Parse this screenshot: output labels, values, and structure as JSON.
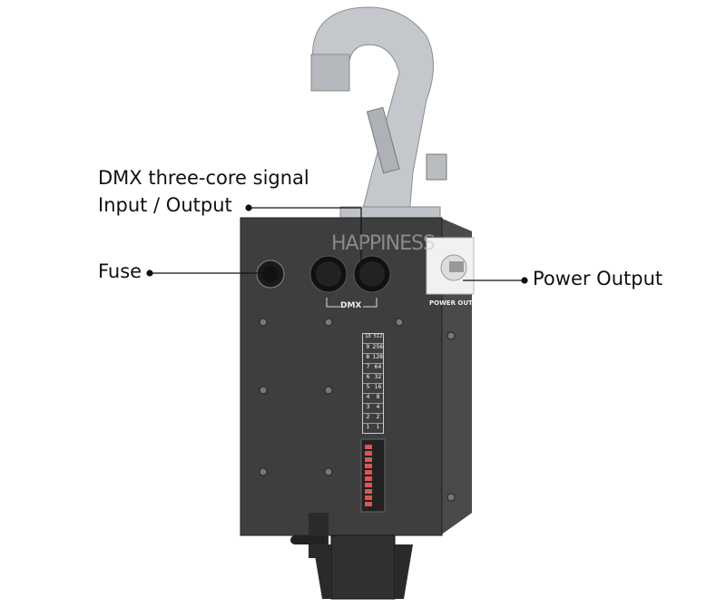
{
  "callouts": {
    "dmx_line1": "DMX three-core signal",
    "dmx_line2": "Input / Output",
    "fuse": "Fuse",
    "power_output": "Power Output"
  },
  "device": {
    "watermark": "HAPPINESS",
    "dmx_panel_label": "DMX",
    "power_out_label": "POWER OUT",
    "dip_channels": [
      "1",
      "2",
      "3",
      "4",
      "5",
      "6",
      "7",
      "8",
      "9",
      "10"
    ],
    "dip_values": [
      "1",
      "2",
      "4",
      "8",
      "16",
      "32",
      "64",
      "128",
      "256",
      "512"
    ]
  },
  "colors": {
    "body": "#3c3c3c",
    "hook": "#c9cdd2",
    "label_text": "#111111"
  }
}
